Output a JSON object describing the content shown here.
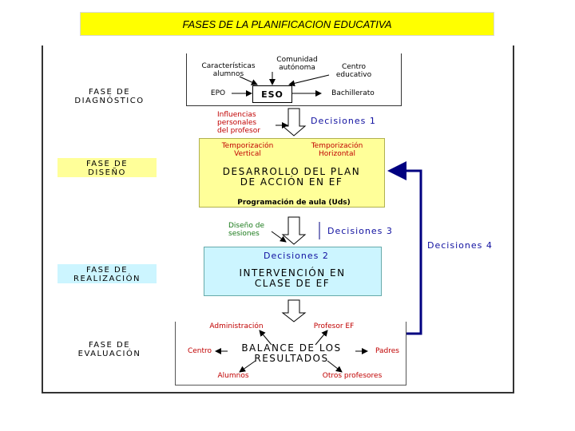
{
  "title": "FASES DE LA PLANIFICACION EDUCATIVA",
  "phases": {
    "diagnostico": "FASE DE\nDIAGNÓSTICO",
    "diseno": "FASE DE\nDISEÑO",
    "realizacion": "FASE DE\nREALIZACIÓN",
    "evaluacion": "FASE DE\nEVALUACIÓN"
  },
  "diagnostico": {
    "caracteristicas": "Características\nalumnos",
    "comunidad": "Comunidad\nautónoma",
    "centro": "Centro\neducativo",
    "epo": "EPO",
    "eso": "ESO",
    "bachillerato": "Bachillerato"
  },
  "influencias": "Influencias\npersonales\ndel profesor",
  "decisiones_1": "Decisiones 1",
  "decisiones_2": "Decisiones 2",
  "decisiones_3": "Decisiones 3",
  "decisiones_4": "Decisiones 4",
  "diseno": {
    "vertical": "Temporización\nVertical",
    "horizontal": "Temporización\nHorizontal",
    "main": "DESARROLLO DEL PLAN\nDE ACCIÓN EN EF",
    "programacion": "Programación de aula (Uds)"
  },
  "diseno_sesiones": "Diseño de\nsesiones",
  "realizacion": {
    "main": "INTERVENCIÓN EN\nCLASE DE EF"
  },
  "evaluacion": {
    "main": "BALANCE DE LOS\nRESULTADOS",
    "administracion": "Administración",
    "profesor": "Profesor EF",
    "centro": "Centro",
    "padres": "Padres",
    "alumnos": "Alumnos",
    "otros": "Otros profesores"
  },
  "colors": {
    "title_bg": "#ffff00",
    "design_bg": "#ffff99",
    "realization_bg": "#ccf5ff",
    "feedback_arrow": "#000080",
    "red_text": "#c00000"
  }
}
